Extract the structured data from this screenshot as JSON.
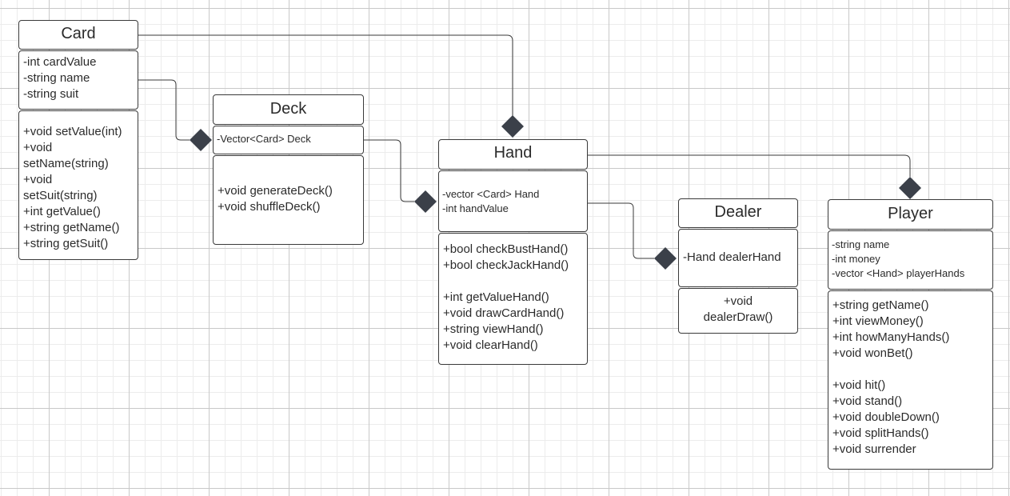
{
  "classes": {
    "card": {
      "name": "Card",
      "attributes": [
        "-int cardValue",
        "-string name",
        "-string suit"
      ],
      "methods": [
        "+void setValue(int)",
        "+void",
        "setName(string)",
        "+void",
        "setSuit(string)",
        "+int getValue()",
        "+string getName()",
        "+string getSuit()"
      ]
    },
    "deck": {
      "name": "Deck",
      "attributes": [
        "-Vector<Card> Deck"
      ],
      "methods": [
        "+void generateDeck()",
        "+void shuffleDeck()"
      ]
    },
    "hand": {
      "name": "Hand",
      "attributes": [
        "-vector <Card> Hand",
        "-int handValue"
      ],
      "methods": [
        "+bool checkBustHand()",
        "+bool checkJackHand()",
        "",
        "+int getValueHand()",
        "+void drawCardHand()",
        "+string viewHand()",
        "+void clearHand()"
      ]
    },
    "dealer": {
      "name": "Dealer",
      "attributes": [
        "-Hand dealerHand"
      ],
      "methods": [
        "+void",
        "dealerDraw()"
      ]
    },
    "player": {
      "name": "Player",
      "attributes": [
        "-string name",
        "-int money",
        "-vector <Hand> playerHands"
      ],
      "methods": [
        "+string getName()",
        "+int viewMoney()",
        "+int howManyHands()",
        "+void wonBet()",
        "",
        "+void hit()",
        "+void stand()",
        "+void doubleDown()",
        "+void splitHands()",
        "+void surrender"
      ]
    }
  },
  "colors": {
    "line": "#3a3a3a",
    "diamond": "#3b4049"
  }
}
